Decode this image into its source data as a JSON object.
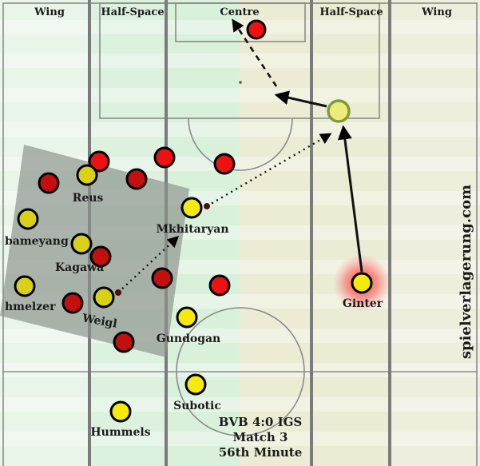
{
  "zones": [
    "Wing",
    "Half-Space",
    "Centre",
    "Half-Space",
    "Wing"
  ],
  "watermark": "spielverlagerung.com",
  "info": [
    "BVB 4:0 IGS",
    "Match 3",
    "56th Minute"
  ],
  "players": [
    {
      "name": "Reus",
      "team": "yellow"
    },
    {
      "name": "bameyang",
      "team": "yellow"
    },
    {
      "name": "Kagawa",
      "team": "yellow"
    },
    {
      "name": "hmelzer",
      "team": "yellow"
    },
    {
      "name": "Weigl",
      "team": "yellow"
    },
    {
      "name": "Mkhitaryan",
      "team": "yellow"
    },
    {
      "name": "Gundogan",
      "team": "yellow"
    },
    {
      "name": "Subotic",
      "team": "yellow"
    },
    {
      "name": "Hummels",
      "team": "yellow"
    },
    {
      "name": "Ginter",
      "team": "yellow",
      "highlighted": true
    }
  ],
  "colors": {
    "yellow_team": "#f5e90d",
    "red_team": "#ee1111",
    "red_team_dark": "#c40f0f",
    "wing_stripe_a": "#f4f4e6",
    "wing_stripe_b": "#e9ecd6",
    "halfspace_stripe_a": "#e6f4e6",
    "halfspace_stripe_b": "#d5eed7",
    "pressing_box": "#8a928a"
  }
}
